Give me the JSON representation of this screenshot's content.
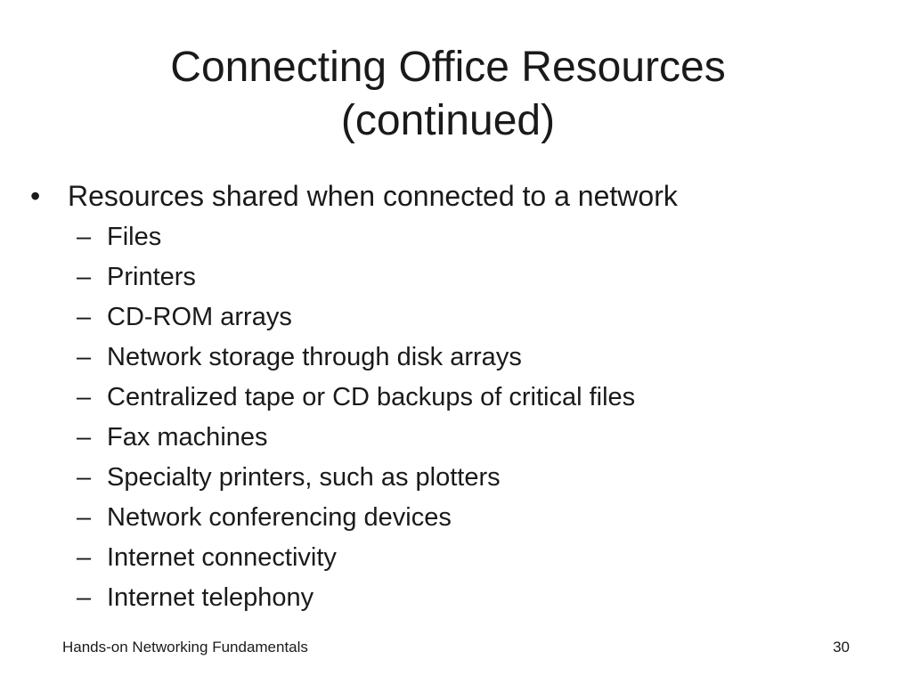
{
  "slide": {
    "title_line1": "Connecting Office Resources",
    "title_line2": "(continued)",
    "bullet_mark": "•",
    "sub_mark": "–",
    "bullet": "Resources shared when connected to a network",
    "items": [
      "Files",
      "Printers",
      "CD-ROM arrays",
      "Network storage through disk arrays",
      "Centralized tape or CD backups of critical files",
      "Fax machines",
      "Specialty printers, such as plotters",
      "Network conferencing devices",
      "Internet connectivity",
      "Internet telephony"
    ]
  },
  "footer": {
    "course": "Hands-on Networking Fundamentals",
    "page_number": "30"
  }
}
